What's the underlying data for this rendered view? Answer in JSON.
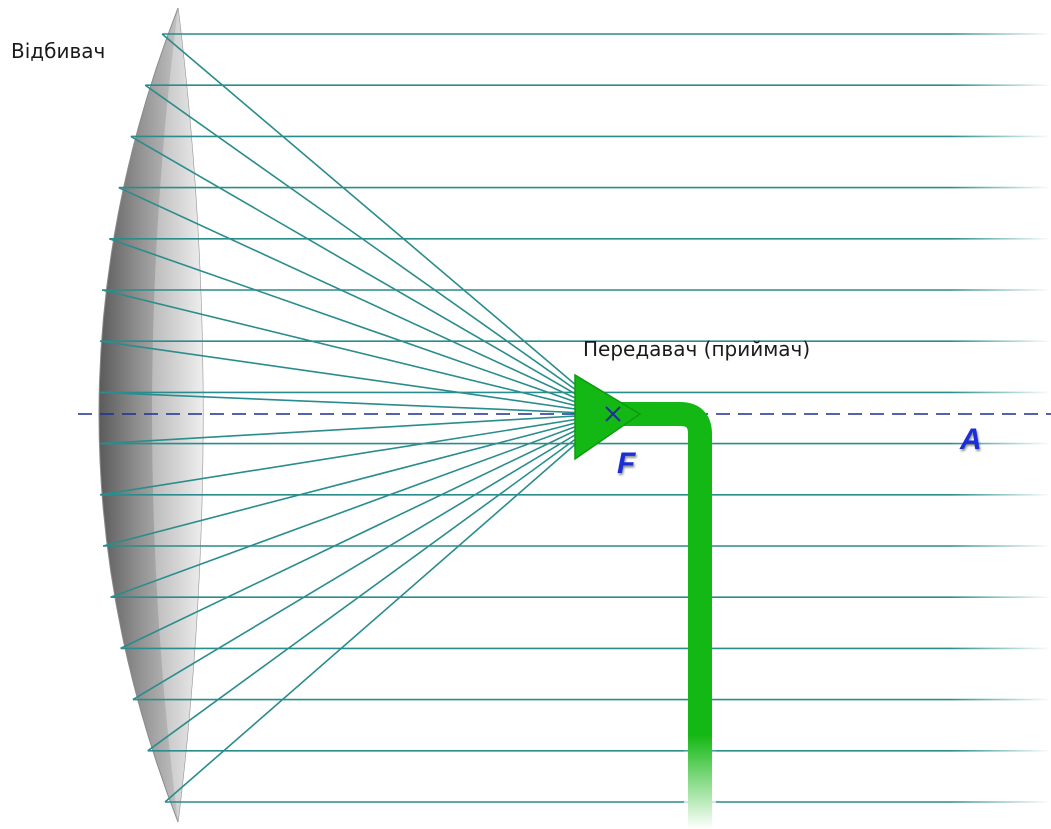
{
  "labels": {
    "reflector": "Відбивач",
    "emitter": "Передавач (приймач)",
    "focus": "F",
    "axis": "A"
  },
  "colors": {
    "rays": "#2a8c8c",
    "axis": "#1e2f96",
    "emitter": "#14b814",
    "focus_label": "#1b2fd8",
    "reflector_dark": "#6e6e6e",
    "reflector_light": "#dcdcdc"
  },
  "diagram": {
    "ray_count_per_side": 8,
    "axis_style": "dashed",
    "focus_marker": "x"
  }
}
